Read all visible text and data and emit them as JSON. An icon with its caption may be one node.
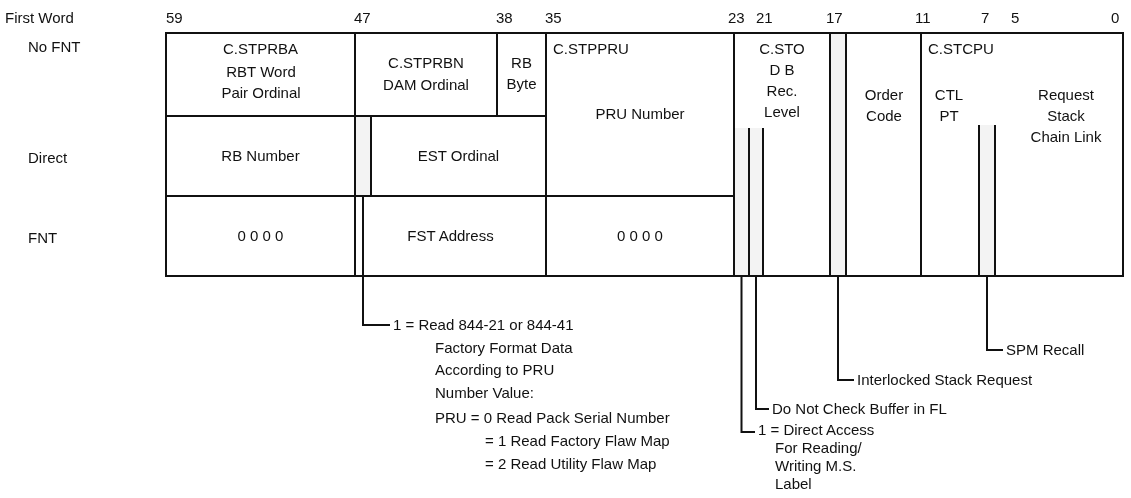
{
  "diagram": {
    "nodes": [
      {
        "text": [
          "C.STPRBA",
          "RBT Word Pair Ordinal"
        ]
      },
      {
        "text": [
          "C.STPRBN",
          "DAM Ordinal"
        ]
      },
      {
        "text": [
          "RB Byte"
        ]
      },
      {
        "text": [
          "C.STPPRU",
          "PRU Number"
        ]
      },
      {
        "text": [
          "C.STO D B",
          "Rec. Level"
        ]
      },
      {
        "text": [],
        "shape": "bar",
        "in": 4
      },
      {
        "text": [],
        "shape": "bar",
        "in": 4
      },
      {
        "text": [],
        "shape": "bar"
      },
      {
        "text": [
          "Order Code"
        ]
      },
      {
        "text": [
          "C.STCPU",
          "CTL PT",
          "Request Stack Chain Link"
        ]
      },
      {
        "text": [],
        "shape": "bar",
        "in": 9
      },
      {
        "text": [
          "RB Number"
        ]
      },
      {
        "text": [],
        "shape": "bar"
      },
      {
        "text": [
          "EST Ordinal"
        ]
      },
      {
        "text": [
          "0 0 0 0"
        ]
      },
      {
        "text": [
          "FST Address"
        ]
      },
      {
        "text": [
          "0 0 0 0"
        ]
      },
      {
        "text": [
          "1 = Read 844-21 or 844-41 Factory Format Data According to PRU Number Value:",
          "PRU = 0 Read Pack Serial Number",
          "= 1 Read Factory Flaw Map",
          "= 2 Read Utility Flaw Map"
        ]
      },
      {
        "text": [
          "1 = Direct Access For Reading/ Writing M.S. Label"
        ]
      },
      {
        "text": [
          "Do Not Check Buffer in FL"
        ]
      },
      {
        "text": [
          "Interlocked Stack Request"
        ]
      },
      {
        "text": [
          "SPM Recall"
        ]
      }
    ],
    "edges": [
      {
        "from": 17,
        "to": 12,
        "arrow": "none"
      },
      {
        "from": 18,
        "to": 5,
        "arrow": "none"
      },
      {
        "from": 19,
        "to": 6,
        "arrow": "none"
      },
      {
        "from": 20,
        "to": 7,
        "arrow": "none"
      },
      {
        "from": 21,
        "to": 10,
        "arrow": "none"
      }
    ],
    "labels": [
      "First Word",
      "59",
      "47",
      "38",
      "35",
      "23",
      "21",
      "17",
      "11",
      "7",
      "5",
      "0",
      "No FNT",
      "Direct",
      "FNT"
    ]
  }
}
